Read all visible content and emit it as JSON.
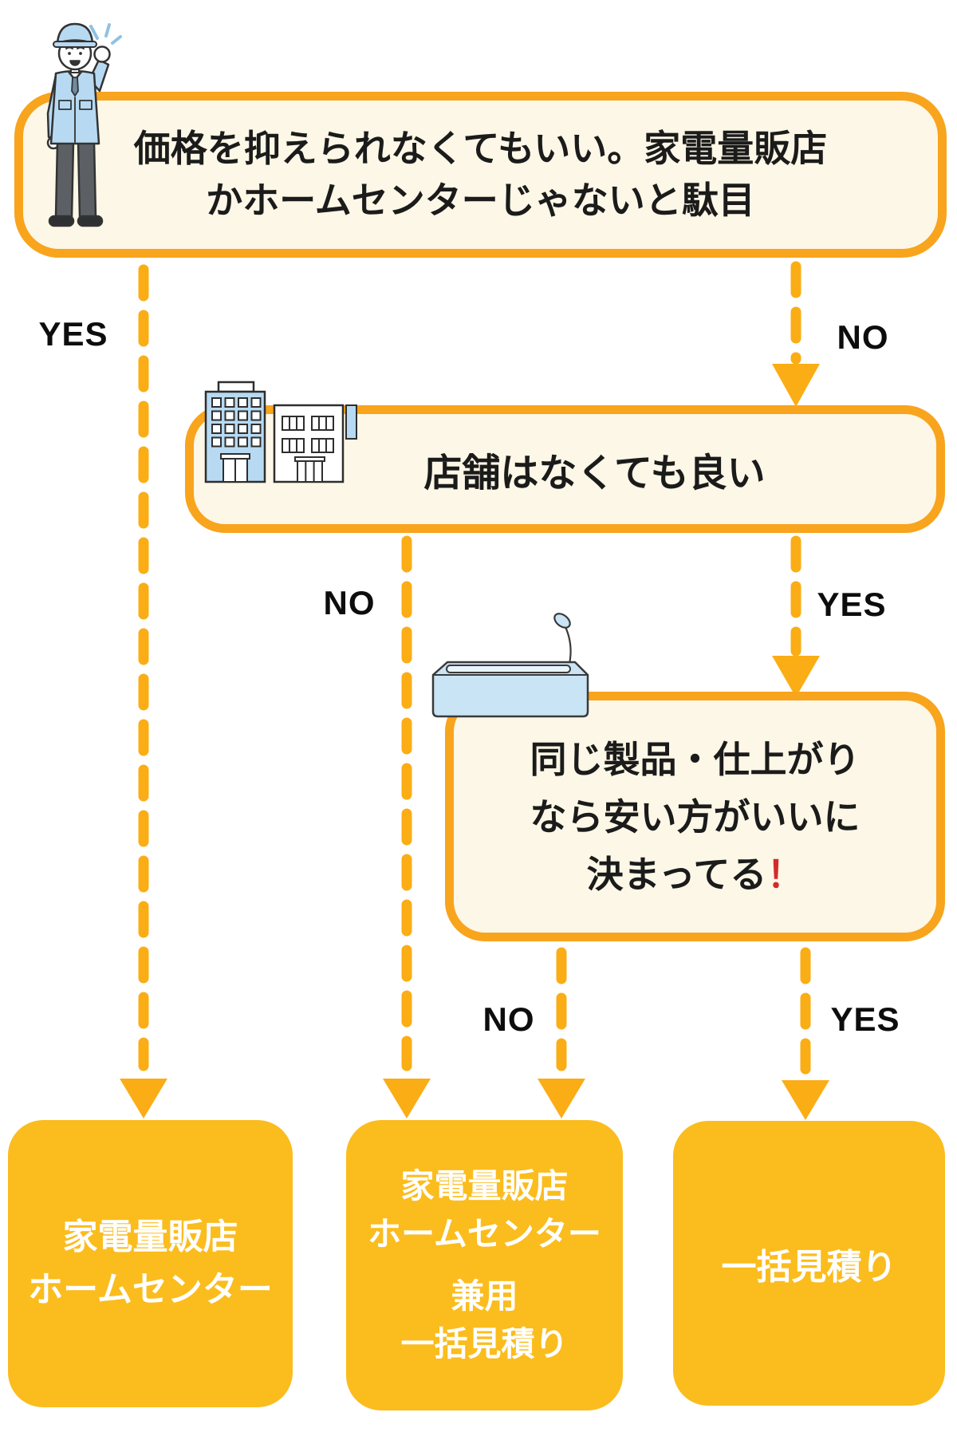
{
  "decision1": {
    "lines": [
      "価格を抑えられなくてもいい。家電量販店",
      "かホームセンターじゃないと駄目"
    ]
  },
  "decision2": {
    "text": "店舗はなくても良い"
  },
  "decision3": {
    "lines": [
      "同じ製品・仕上がり",
      "なら安い方がいいに",
      "決まってる"
    ],
    "exclamation": "！"
  },
  "edge_labels": {
    "level1_yes": "YES",
    "level1_no": "NO",
    "level2_no": "NO",
    "level2_yes": "YES",
    "level3_no": "NO",
    "level3_yes": "YES"
  },
  "results": [
    {
      "lines": [
        "家電量販店",
        "ホームセンター"
      ]
    },
    {
      "lines": [
        "家電量販店",
        "ホームセンター",
        "兼用",
        "一括見積り"
      ]
    },
    {
      "lines": [
        "一括見積り"
      ]
    }
  ],
  "icons": {
    "worker": "worker-cheering-icon",
    "buildings": "buildings-icon",
    "bathtub": "bathtub-shower-icon"
  },
  "colors": {
    "border_orange": "#F8A41D",
    "arrow_orange": "#FBAD15",
    "result_yellow": "#FBBC1D",
    "panel_cream": "#FCF7E6",
    "text_black": "#1B1B1B",
    "result_text_white": "#FFFFFF",
    "exclamation_red": "#D32B2B",
    "illustration_blue": "#B7DAF2",
    "illustration_blue_light": "#C9E4F5",
    "outline_dark": "#333333"
  }
}
